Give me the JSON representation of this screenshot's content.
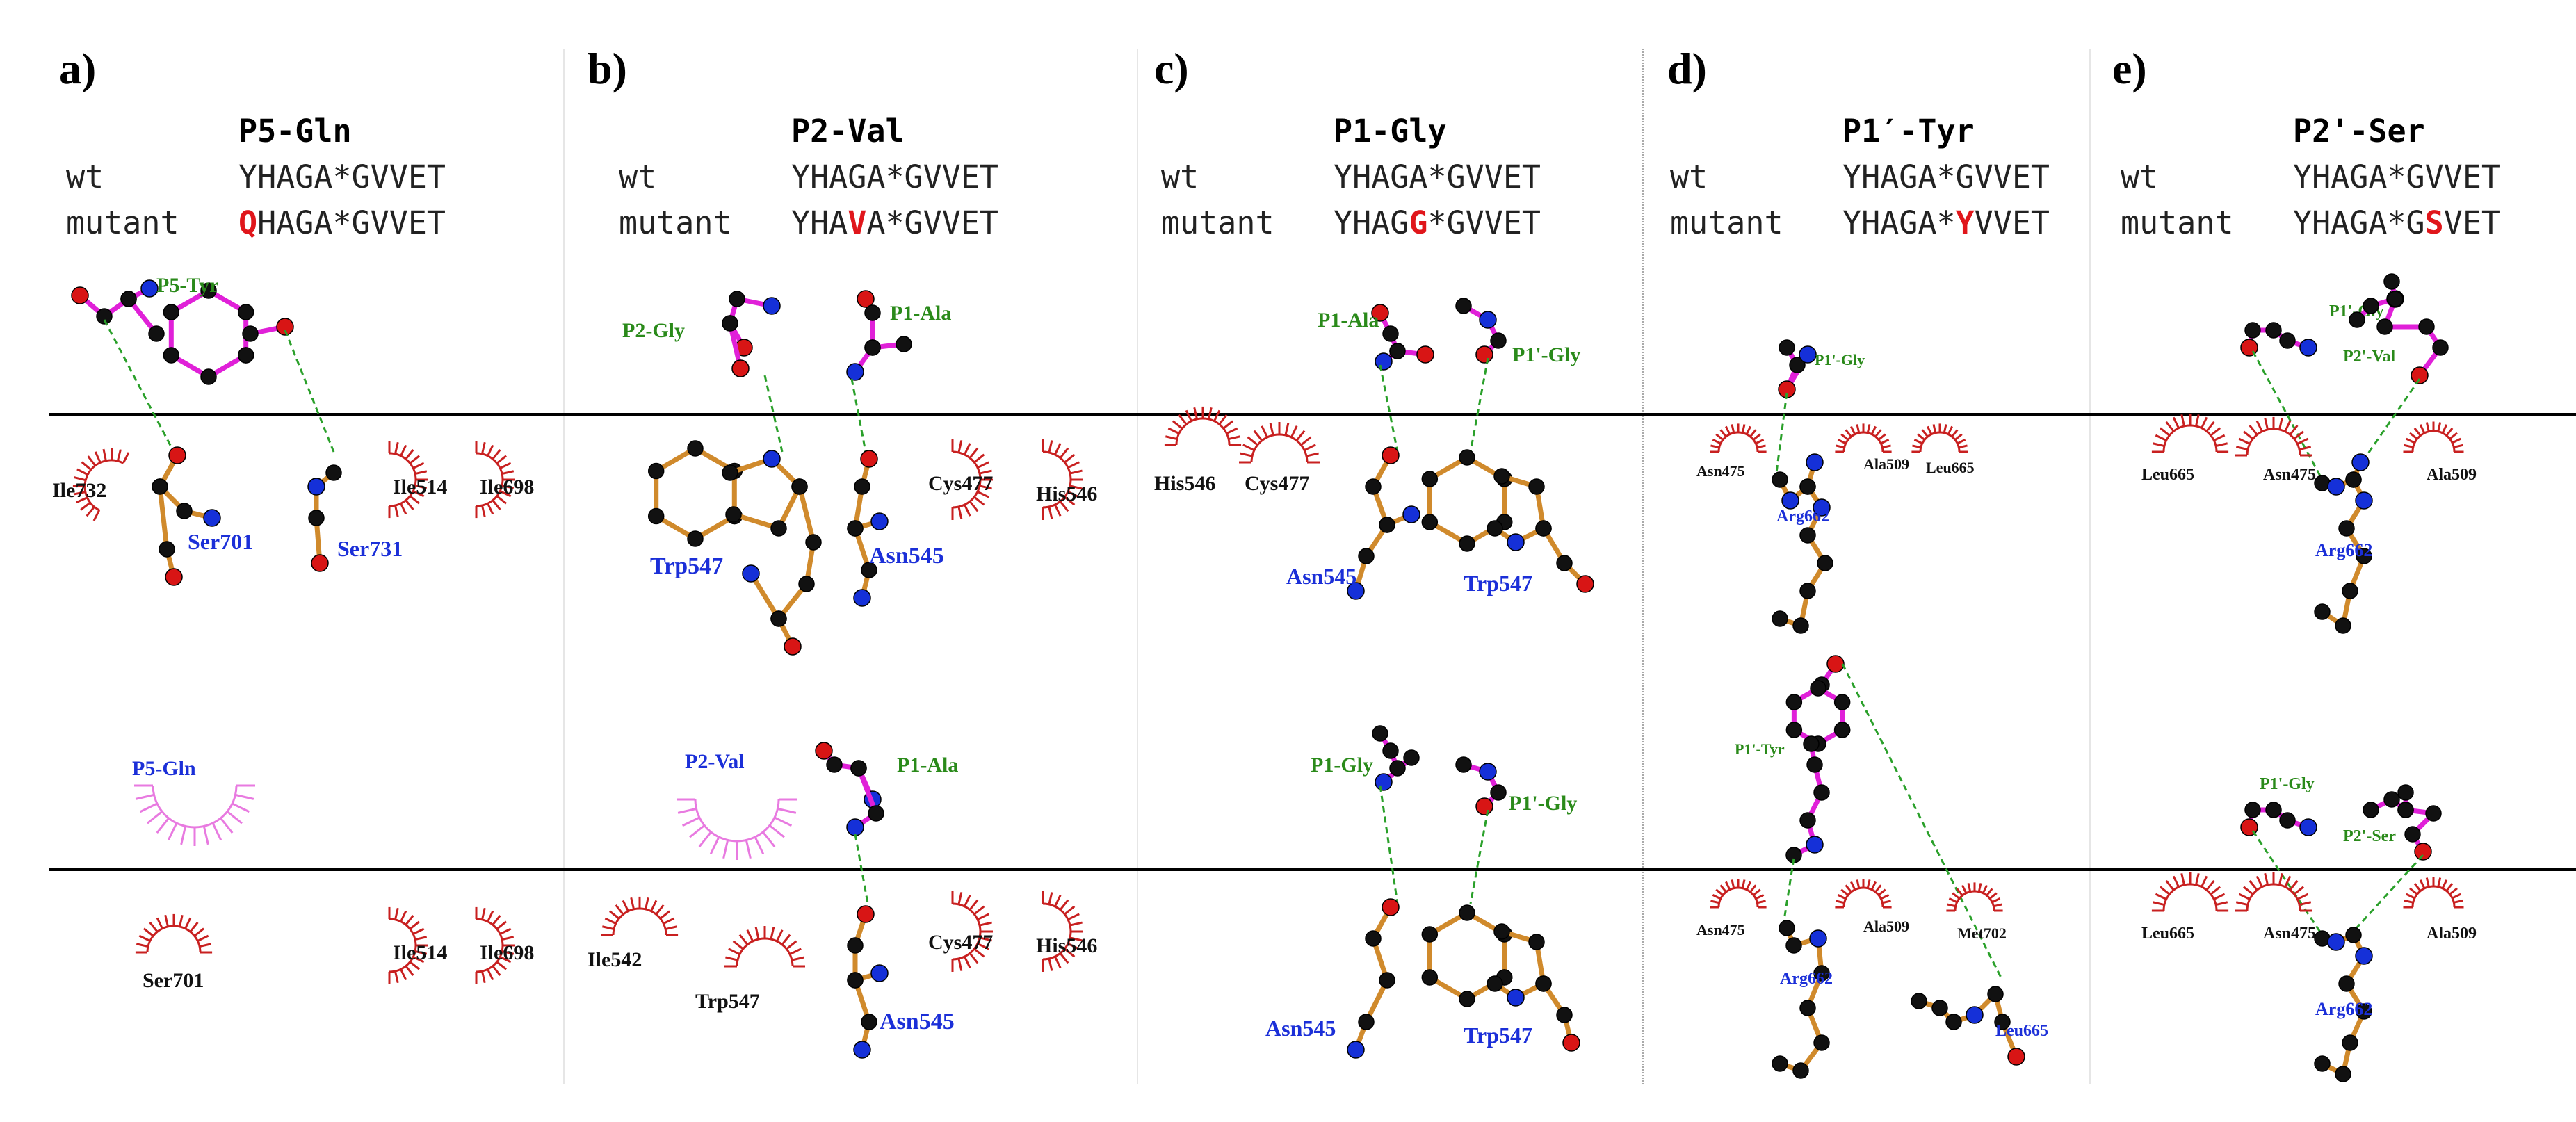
{
  "panels": [
    {
      "label": "a)",
      "title": "P5-Gln",
      "wt_label": "wt",
      "wt_seq": "YHAGA*GVVET",
      "mut_label": "mutant",
      "mut_pre": "",
      "mut_res": "Q",
      "mut_post": "HAGA*GVVET"
    },
    {
      "label": "b)",
      "title": "P2-Val",
      "wt_label": "wt",
      "wt_seq": "YHAGA*GVVET",
      "mut_label": "mutant",
      "mut_pre": "YHA",
      "mut_res": "V",
      "mut_post": "A*GVVET"
    },
    {
      "label": "c)",
      "title": "P1-Gly",
      "wt_label": "wt",
      "wt_seq": "YHAGA*GVVET",
      "mut_label": "mutant",
      "mut_pre": "YHAG",
      "mut_res": "G",
      "mut_post": "*GVVET"
    },
    {
      "label": "d)",
      "title": "P1′-Tyr",
      "wt_label": "wt",
      "wt_seq": "YHAGA*GVVET",
      "mut_label": "mutant",
      "mut_pre": "YHAGA*",
      "mut_res": "Y",
      "mut_post": "VVET"
    },
    {
      "label": "e)",
      "title": "P2'-Ser",
      "wt_label": "wt",
      "wt_seq": "YHAGA*GVVET",
      "mut_label": "mutant",
      "mut_pre": "YHAGA*G",
      "mut_res": "S",
      "mut_post": "VET"
    }
  ],
  "residue_labels": {
    "a_top": [
      "P5-Tyr",
      "Ile732",
      "Ser701",
      "Ser731",
      "Ile514",
      "Ile698"
    ],
    "a_bottom": [
      "P5-Gln",
      "Ser701",
      "Ile514",
      "Ile698"
    ],
    "b_top": [
      "P2-Gly",
      "P1-Ala",
      "Cys477",
      "His546",
      "Trp547",
      "Asn545"
    ],
    "b_bottom": [
      "P2-Val",
      "P1-Ala",
      "Ile542",
      "Trp547",
      "Cys477",
      "His546",
      "Asn545"
    ],
    "c_top": [
      "P1-Ala",
      "P1'-Gly",
      "His546",
      "Cys477",
      "Asn545",
      "Trp547"
    ],
    "c_bottom": [
      "P1-Gly",
      "P1'-Gly",
      "Asn545",
      "Trp547"
    ],
    "d_top": [
      "P1'-Gly",
      "Asn475",
      "Ala509",
      "Leu665",
      "Arg662"
    ],
    "d_bottom": [
      "P1'-Tyr",
      "Asn475",
      "Ala509",
      "Met702",
      "Arg662",
      "Leu665"
    ],
    "e_top": [
      "P1'-Gly",
      "P2'-Val",
      "Leu665",
      "Asn475",
      "Ala509",
      "Arg662"
    ],
    "e_bottom": [
      "P1'-Gly",
      "P2'-Ser",
      "Leu665",
      "Asn475",
      "Ala509",
      "Arg662"
    ]
  },
  "colors": {
    "peptide_bond": "#e020d8",
    "protein_bond": "#d08a2c",
    "carbon": "#111111",
    "nitrogen": "#1530d8",
    "oxygen": "#d81515",
    "hbond": "#2aa02a",
    "ligand_label": "#2a8a1a",
    "protein_label": "#1b2fd8",
    "hydrophobic_arc": "#c82020",
    "mutant_arc": "#e87ae0",
    "mutation_highlight": "#e0161b"
  }
}
